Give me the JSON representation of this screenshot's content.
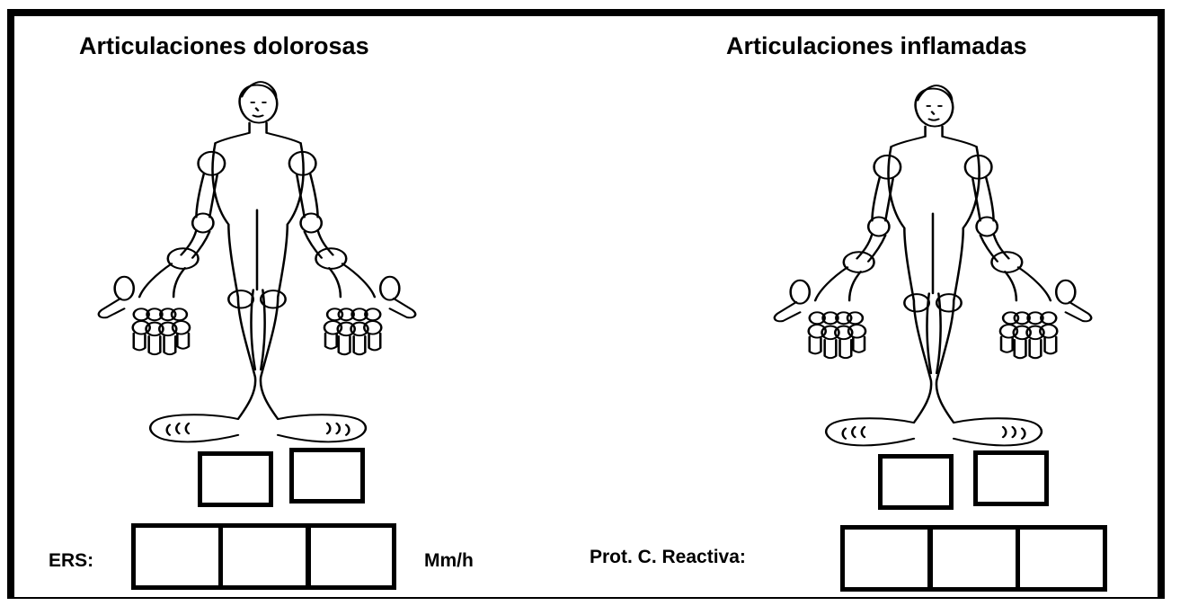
{
  "form": {
    "painful_title": "Articulaciones dolorosas",
    "swollen_title": "Articulaciones inflamadas",
    "esr_label": "ERS:",
    "esr_unit": "Mm/h",
    "crp_label": "Prot. C. Reactiva:"
  },
  "painful_count": {
    "digit_1": "",
    "digit_2": ""
  },
  "swollen_count": {
    "digit_1": "",
    "digit_2": ""
  },
  "esr_value": {
    "digit_1": "",
    "digit_2": "",
    "digit_3": ""
  },
  "crp_value": {
    "digit_1": "",
    "digit_2": "",
    "digit_3": ""
  },
  "colors": {
    "ink": "#000000",
    "paper": "#ffffff"
  },
  "icons": {
    "body_diagram": "human-body-joint-diagram"
  }
}
